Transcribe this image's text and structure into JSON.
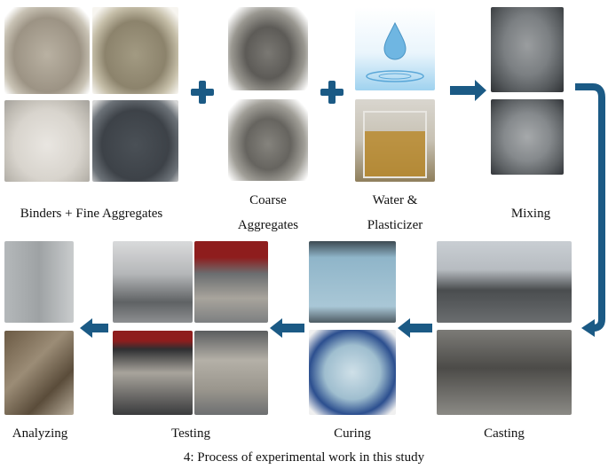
{
  "labels": {
    "binders": "Binders + Fine Aggregates",
    "coarse_1": "Coarse",
    "coarse_2": "Aggregates",
    "water_1": "Water &",
    "water_2": "Plasticizer",
    "mixing": "Mixing",
    "casting": "Casting",
    "curing": "Curing",
    "testing": "Testing",
    "analyzing": "Analyzing"
  },
  "caption": "4: Process of experimental work in this study",
  "colors": {
    "arrow": "#1b5a85",
    "sand_light": "#c9c3b5",
    "powder": "#e4e1dc",
    "slag": "#3d4248",
    "water_blue": "#9fd2ef",
    "oil": "#b8892e",
    "mixer_grey": "#7b7f82",
    "curing_water": "#8fb5c9",
    "machine_red": "#8e1d1d",
    "concrete": "#a8a49c"
  }
}
